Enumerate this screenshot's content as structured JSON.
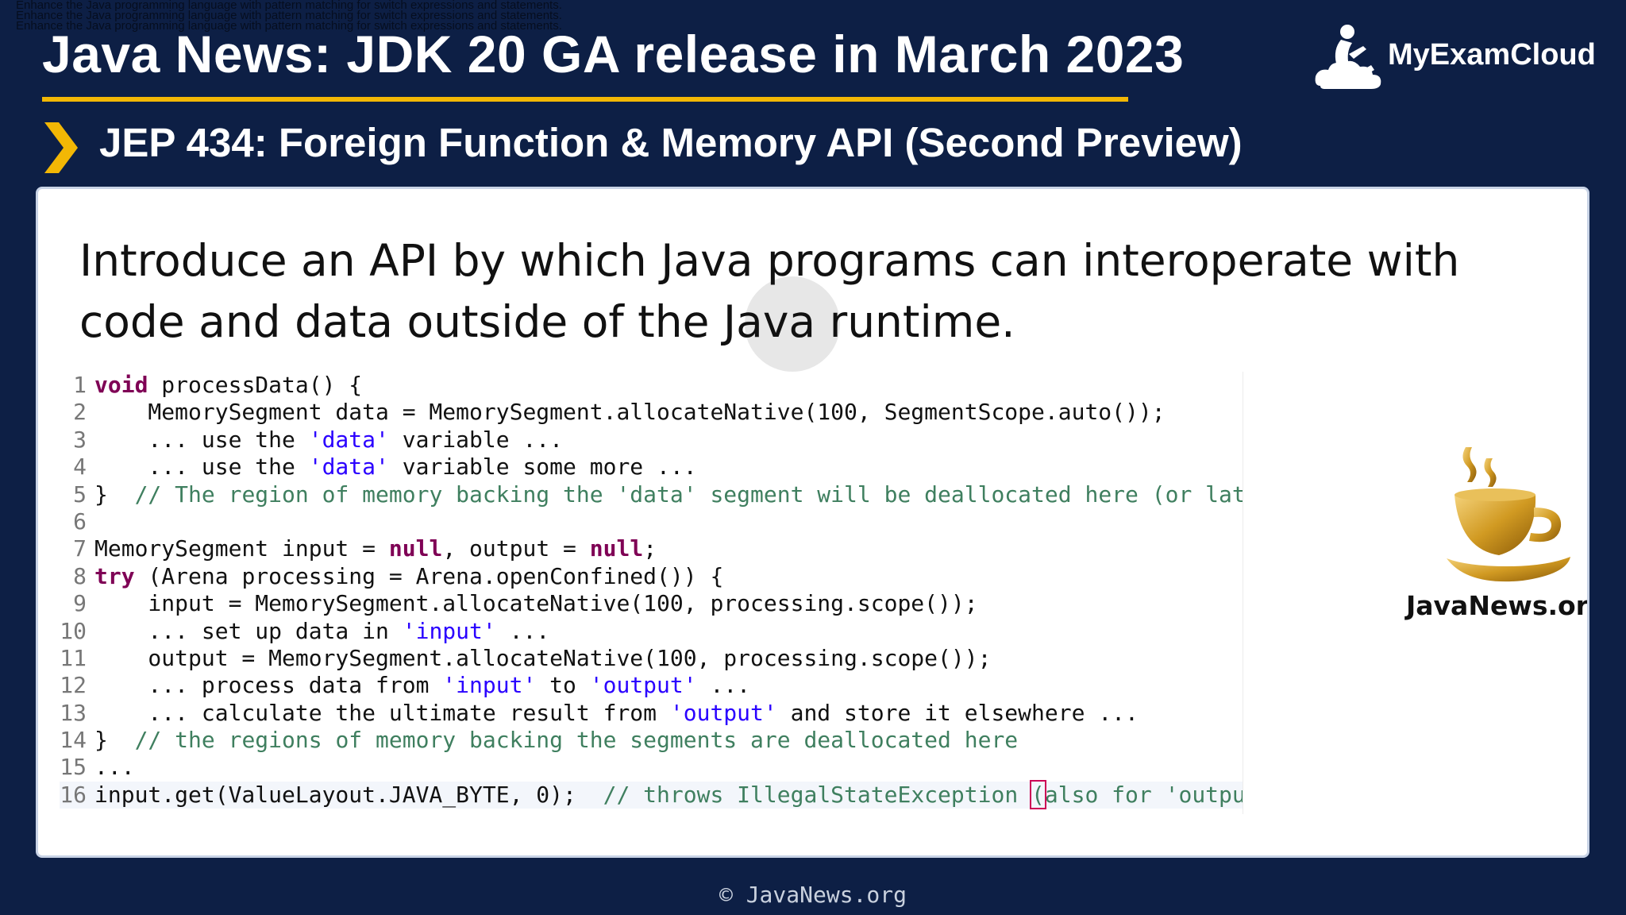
{
  "overlay_text": [
    "Enhance the Java programming language with pattern matching for switch expressions and statements.",
    "Enhance the Java programming language with pattern matching for switch expressions and statements.",
    "Enhance the Java programming language with pattern matching for switch expressions and statements."
  ],
  "header": {
    "title": "Java News: JDK 20 GA release in March 2023",
    "logo_text": "MyExamCloud",
    "subtitle": "JEP 434: Foreign Function & Memory API (Second Preview)"
  },
  "content": {
    "intro": "Introduce an API by which Java programs can interoperate with code and data outside of the Java runtime.",
    "side_label": "JavaNews.org"
  },
  "code": [
    {
      "n": "1",
      "parts": [
        [
          "kw",
          "void"
        ],
        [
          "t",
          " processData() {"
        ]
      ]
    },
    {
      "n": "2",
      "parts": [
        [
          "t",
          "    MemorySegment data = MemorySegment.allocateNative(100, SegmentScope.auto());"
        ]
      ]
    },
    {
      "n": "3",
      "parts": [
        [
          "t",
          "    ... use the "
        ],
        [
          "str",
          "'data'"
        ],
        [
          "t",
          " variable ..."
        ]
      ]
    },
    {
      "n": "4",
      "parts": [
        [
          "t",
          "    ... use the "
        ],
        [
          "str",
          "'data'"
        ],
        [
          "t",
          " variable some more ..."
        ]
      ]
    },
    {
      "n": "5",
      "parts": [
        [
          "t",
          "}  "
        ],
        [
          "cm",
          "// The region of memory backing the 'data' segment will be deallocated here (or later"
        ]
      ]
    },
    {
      "n": "6",
      "parts": []
    },
    {
      "n": "7",
      "parts": [
        [
          "t",
          "MemorySegment input = "
        ],
        [
          "kw",
          "null"
        ],
        [
          "t",
          ", output = "
        ],
        [
          "kw",
          "null"
        ],
        [
          "t",
          ";"
        ]
      ]
    },
    {
      "n": "8",
      "parts": [
        [
          "kw",
          "try"
        ],
        [
          "t",
          " (Arena processing = Arena.openConfined()) {"
        ]
      ]
    },
    {
      "n": "9",
      "parts": [
        [
          "t",
          "    input = MemorySegment.allocateNative(100, processing.scope());"
        ]
      ]
    },
    {
      "n": "10",
      "parts": [
        [
          "t",
          "    ... set up data in "
        ],
        [
          "str",
          "'input'"
        ],
        [
          "t",
          " ..."
        ]
      ]
    },
    {
      "n": "11",
      "parts": [
        [
          "t",
          "    output = MemorySegment.allocateNative(100, processing.scope());"
        ]
      ]
    },
    {
      "n": "12",
      "parts": [
        [
          "t",
          "    ... process data from "
        ],
        [
          "str",
          "'input'"
        ],
        [
          "t",
          " to "
        ],
        [
          "str",
          "'output'"
        ],
        [
          "t",
          " ..."
        ]
      ]
    },
    {
      "n": "13",
      "parts": [
        [
          "t",
          "    ... calculate the ultimate result from "
        ],
        [
          "str",
          "'output'"
        ],
        [
          "t",
          " and store it elsewhere ..."
        ]
      ]
    },
    {
      "n": "14",
      "parts": [
        [
          "t",
          "}  "
        ],
        [
          "cm",
          "// the regions of memory backing the segments are deallocated here"
        ]
      ]
    },
    {
      "n": "15",
      "parts": [
        [
          "t",
          "..."
        ]
      ]
    },
    {
      "n": "16",
      "parts": [
        [
          "t",
          "input.get(ValueLayout.JAVA_BYTE, 0);  "
        ],
        [
          "cm",
          "// throws IllegalStateException "
        ],
        [
          "cursor",
          "("
        ],
        [
          "cm",
          "also for 'output"
        ]
      ],
      "highlight": true
    }
  ],
  "footer": "© JavaNews.org",
  "colors": {
    "background": "#0d1f45",
    "accent": "#f2b705",
    "keyword": "#7f0055",
    "string": "#2a00ff",
    "comment": "#3f7f5f"
  },
  "icons": [
    "chevron-right-icon",
    "reading-person-cloud-icon",
    "golden-cup-icon"
  ]
}
